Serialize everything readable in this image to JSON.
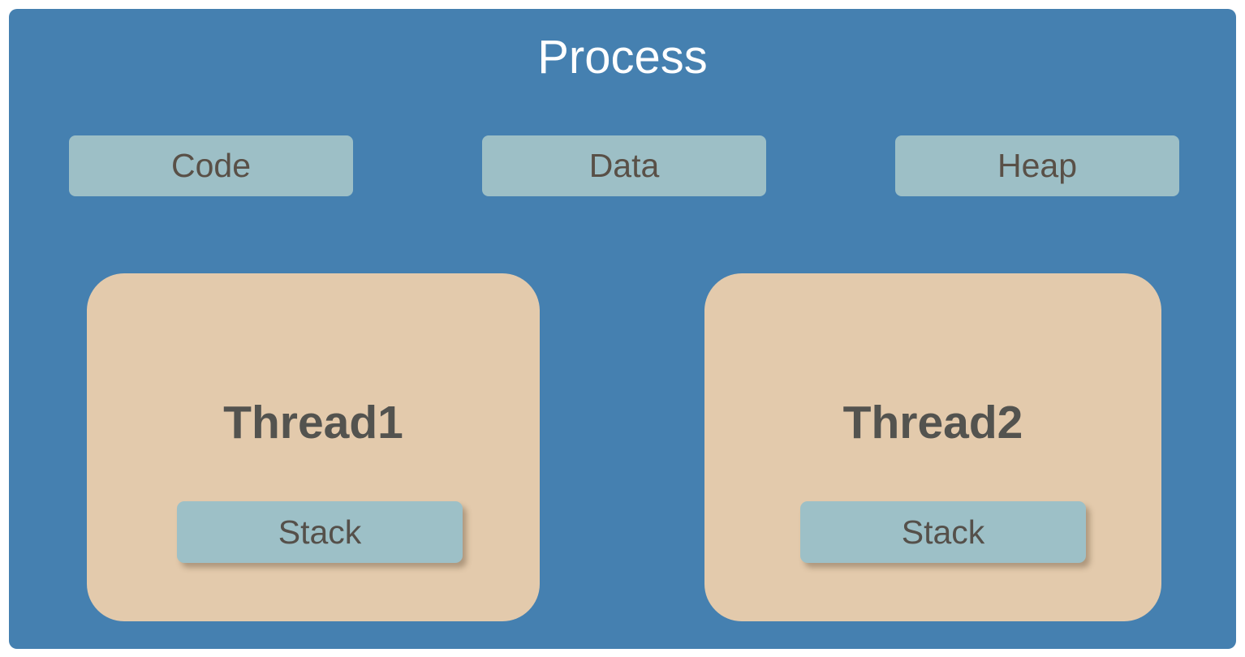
{
  "diagram": {
    "type": "process-thread-memory-model",
    "title": "Process",
    "background_color": "#ffffff"
  },
  "process": {
    "label": "Process",
    "fill_color": "#4580b0",
    "title_color": "#ffffff"
  },
  "segments": {
    "fill_color": "#9dbfc6",
    "label_color": "#595047",
    "items": [
      {
        "label": "Code"
      },
      {
        "label": "Data"
      },
      {
        "label": "Heap"
      }
    ]
  },
  "threads": {
    "fill_color": "#e3caac",
    "title_color": "#53534f",
    "stack_fill_color": "#9dc0c7",
    "stack_label_color": "#55504a",
    "items": [
      {
        "label": "Thread1",
        "stack_label": "Stack"
      },
      {
        "label": "Thread2",
        "stack_label": "Stack"
      }
    ]
  }
}
